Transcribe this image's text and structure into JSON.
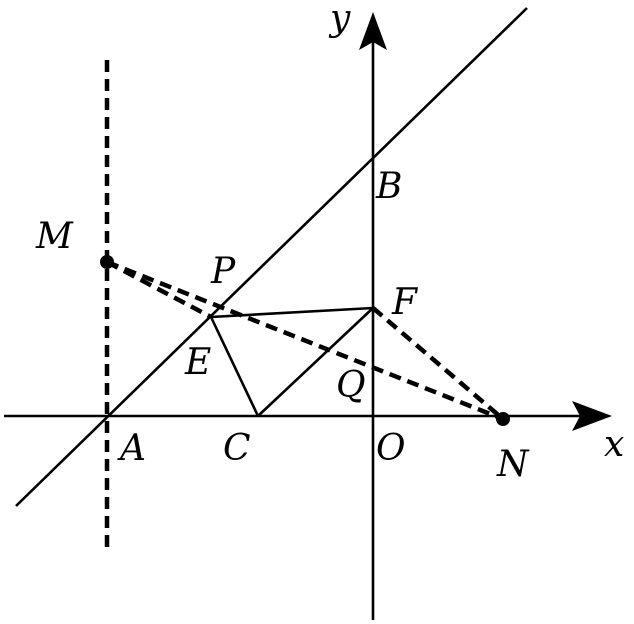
{
  "axes": {
    "x_label": "x",
    "y_label": "y"
  },
  "points": {
    "A": "A",
    "B": "B",
    "C": "C",
    "E": "E",
    "F": "F",
    "M": "M",
    "N": "N",
    "O": "O",
    "P": "P",
    "Q": "Q"
  },
  "colors": {
    "ink": "#000000",
    "background": "#ffffff"
  }
}
